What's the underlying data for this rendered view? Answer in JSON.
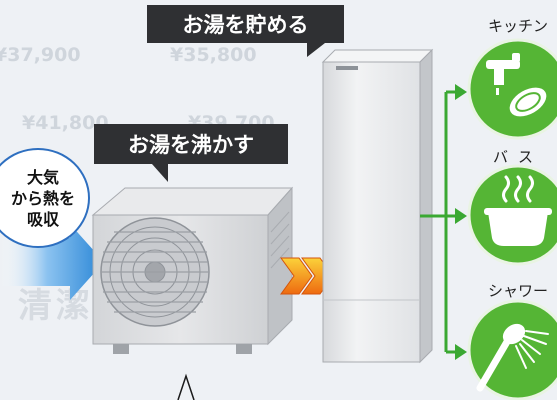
{
  "callouts": {
    "store_hot_water": "お湯を貯める",
    "boil_hot_water": "お湯を沸かす"
  },
  "absorb_heat": {
    "line1": "大気",
    "line2": "から熱を",
    "line3": "吸収"
  },
  "uses": [
    {
      "label": "キッチン",
      "icon": "faucet-icon"
    },
    {
      "label": "バス",
      "icon": "bathtub-icon"
    },
    {
      "label": "シャワー",
      "icon": "shower-icon"
    }
  ],
  "background_print": {
    "prices": [
      "¥37,900",
      "¥35,800",
      "¥41,800",
      "¥39,700"
    ],
    "kanji": "清潔"
  },
  "colors": {
    "callout_bg": "#2f3033",
    "use_circle_green": "#55b535",
    "flow_arrow_green": "#3aa832",
    "air_arrow_blue": "#3a8fd8",
    "heat_arrow_orange": "#f08a1e"
  }
}
